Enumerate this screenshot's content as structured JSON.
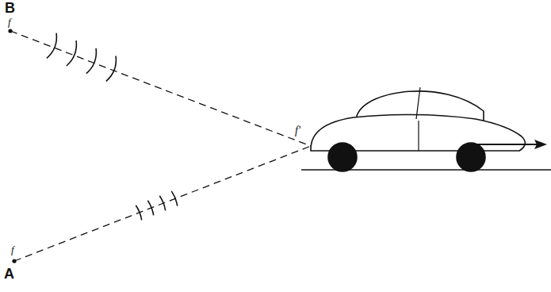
{
  "diagram": {
    "labels": [
      "B",
      "f",
      "f'",
      "f",
      "A"
    ]
  }
}
